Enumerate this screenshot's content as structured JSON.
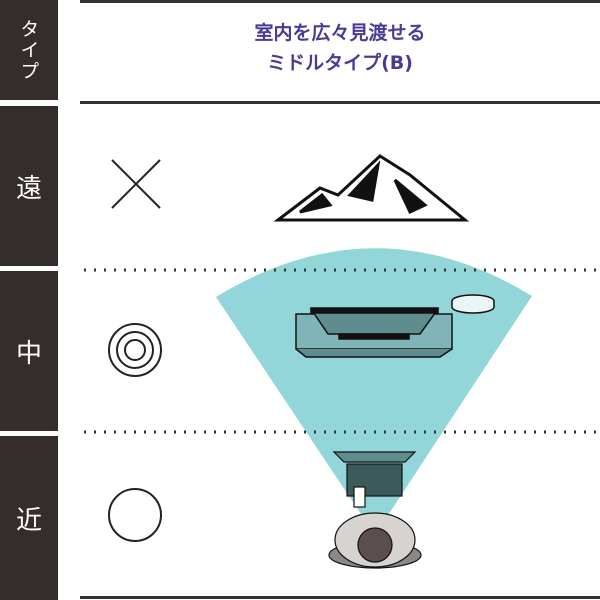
{
  "header": {
    "type_label": "タイプ",
    "title_line1": "室内を広々見渡せる",
    "title_line2": "ミドルタイプ(B)"
  },
  "rows": [
    {
      "label": "遠",
      "rating": "cross-icon"
    },
    {
      "label": "中",
      "rating": "double-circle-icon"
    },
    {
      "label": "近",
      "rating": "circle-icon"
    }
  ],
  "colors": {
    "label_bg": "#352d2c",
    "title": "#4a3a94",
    "fov": "#93d6da"
  }
}
